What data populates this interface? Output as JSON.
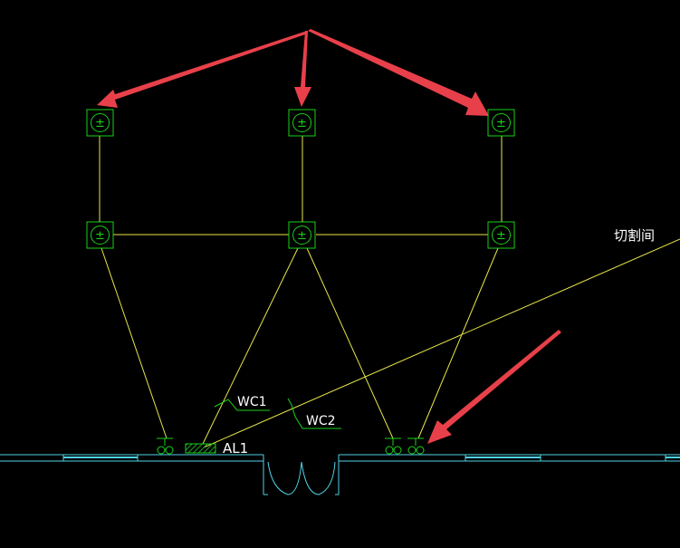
{
  "labels": {
    "room": "切割间",
    "circuit_1": "WC1",
    "circuit_2": "WC2",
    "panel": "AL1"
  },
  "fixtures": {
    "top_left": {
      "symbol": "±"
    },
    "top_mid": {
      "symbol": "±"
    },
    "top_right": {
      "symbol": "±"
    },
    "mid_left": {
      "symbol": "±"
    },
    "mid_mid": {
      "symbol": "±"
    },
    "mid_right": {
      "symbol": "±"
    }
  },
  "colors": {
    "background": "#000000",
    "fixture": "#19d219",
    "wiring": "#e6e64a",
    "wall": "#4fd2e6",
    "label": "#ffffff",
    "arrow": "#e8404a",
    "panel_hatch": "#1fa31f"
  }
}
